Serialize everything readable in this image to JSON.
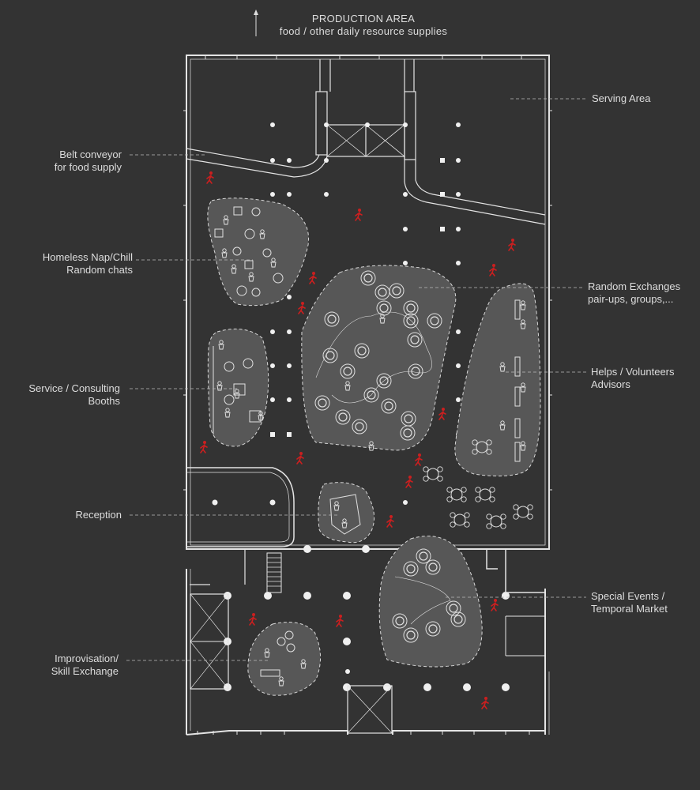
{
  "header": {
    "title": "PRODUCTION AREA",
    "subtitle": "food / other daily resource supplies"
  },
  "labels": {
    "belt": [
      "Belt conveyor",
      "for food supply"
    ],
    "serving": [
      "Serving Area"
    ],
    "homeless": [
      "Homeless Nap/Chill",
      "Random chats"
    ],
    "random": [
      "Random Exchanges",
      "pair-ups, groups,..."
    ],
    "helps": [
      "Helps / Volunteers",
      "Advisors"
    ],
    "service": [
      "Service / Consulting",
      "Booths"
    ],
    "reception": [
      "Reception"
    ],
    "special": [
      "Special Events /",
      "Temporal Market"
    ],
    "improv": [
      "Improvisation/",
      "Skill Exchange"
    ]
  },
  "colors": {
    "background": "#333333",
    "line": "#dddddd",
    "zone_fill": "#555555",
    "accent": "#cc1f1f"
  },
  "icons": {
    "north_arrow": "up-arrow-icon",
    "person": "person-figure-icon",
    "pedestrian": "red-pedestrian-icon"
  }
}
